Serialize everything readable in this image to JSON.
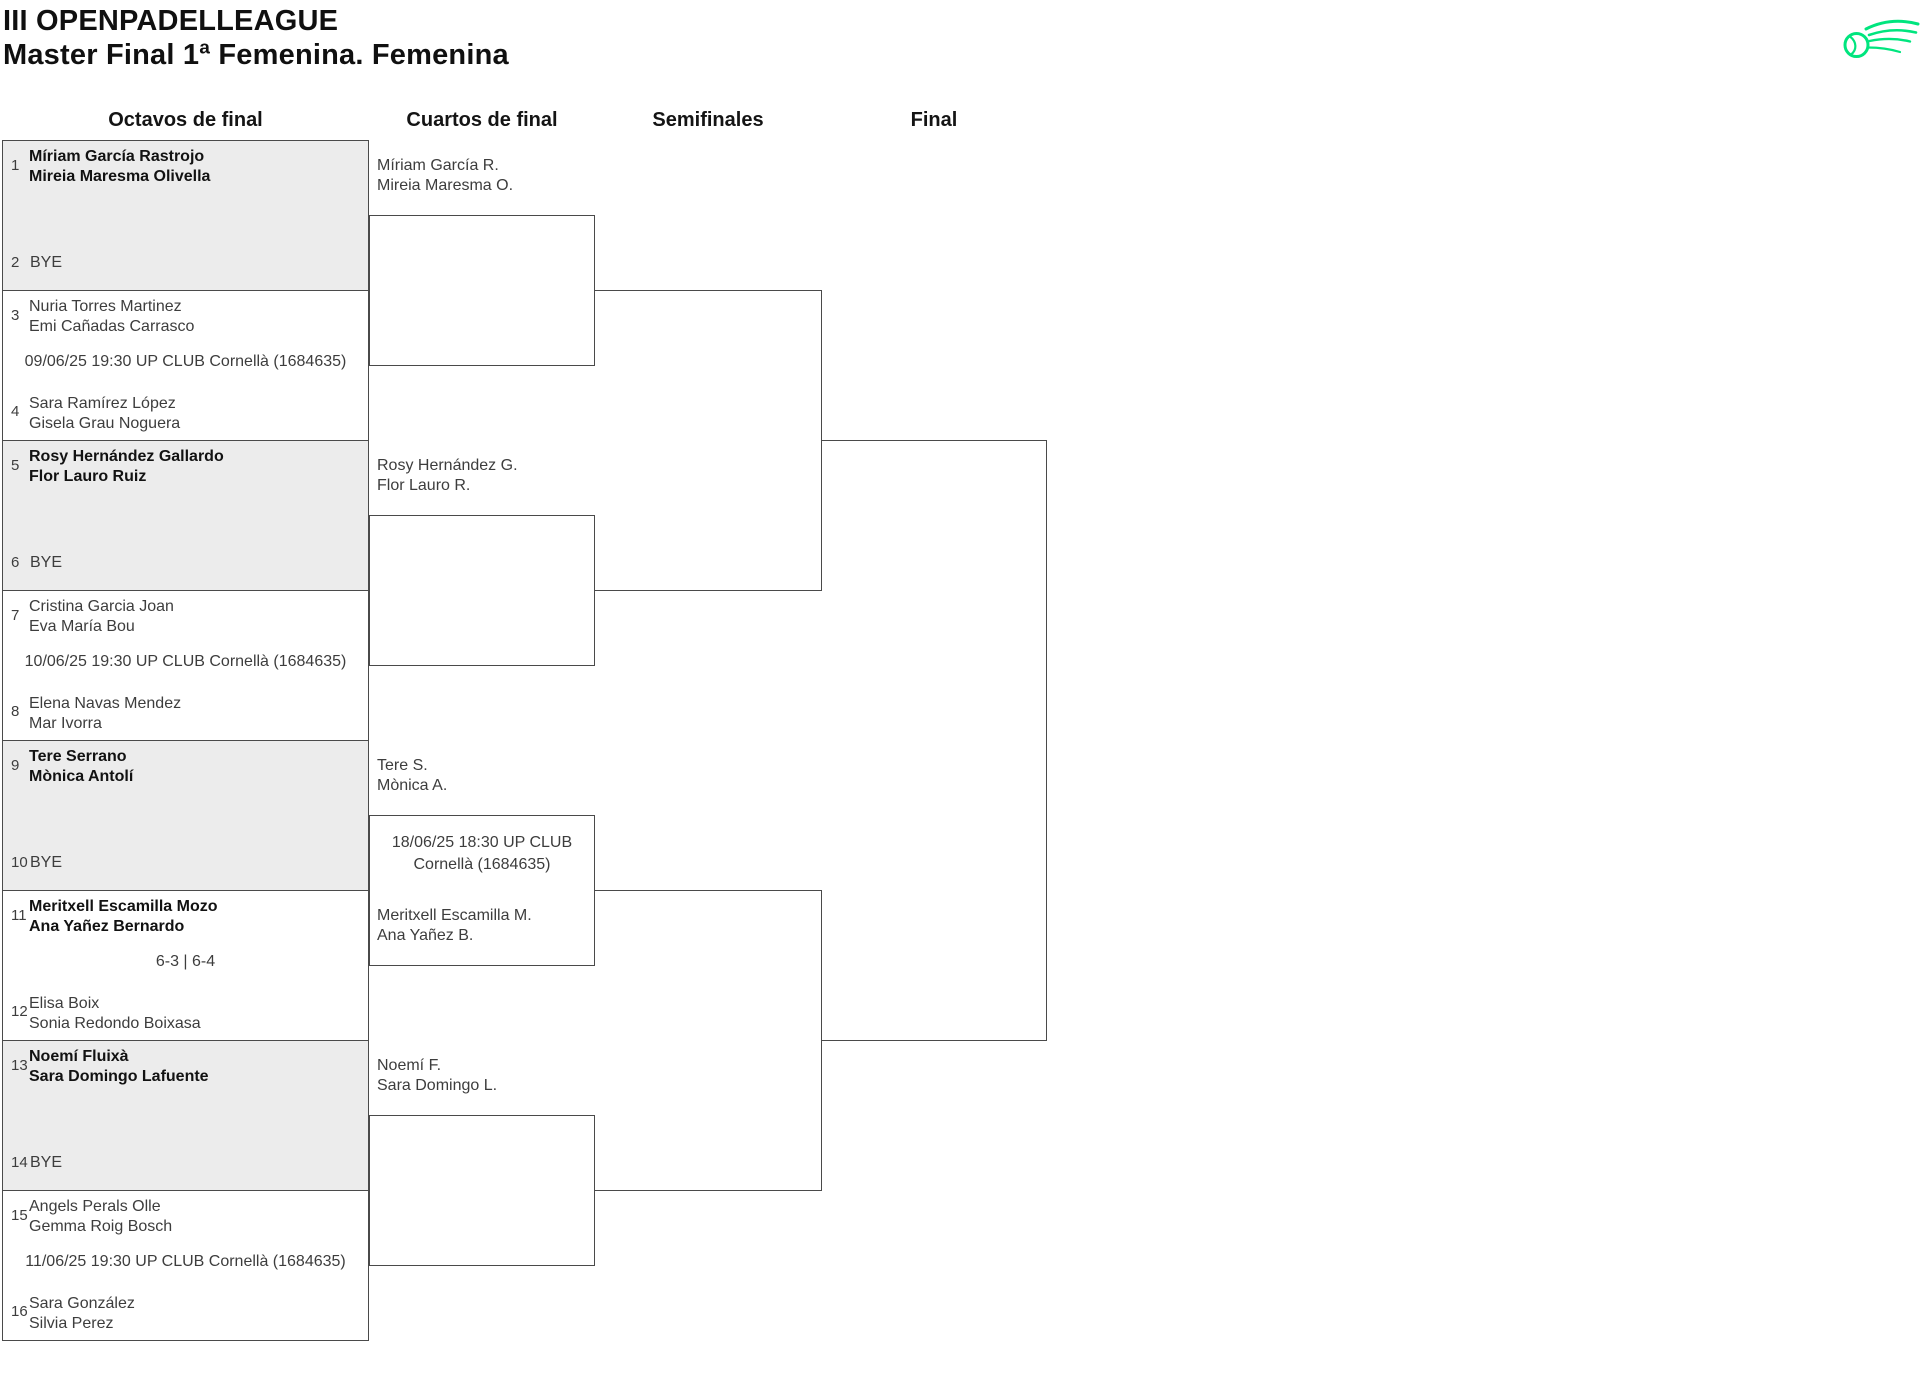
{
  "header": {
    "title": "III OPENPADELLEAGUE",
    "subtitle": "Master Final 1ª Femenina. Femenina"
  },
  "rounds": [
    "Octavos de final",
    "Cuartos de final",
    "Semifinales",
    "Final"
  ],
  "octavos": [
    {
      "seed_top": "1",
      "team_top": [
        "Míriam García Rastrojo",
        "Mireia Maresma Olivella"
      ],
      "seed_bottom": "2",
      "bottom_bye": "BYE"
    },
    {
      "seed_top": "3",
      "team_top": [
        "Nuria Torres Martinez",
        "Emi Cañadas Carrasco"
      ],
      "schedule": "09/06/25 19:30 UP CLUB Cornellà (1684635)",
      "seed_bottom": "4",
      "team_bottom": [
        "Sara Ramírez López",
        "Gisela Grau Noguera"
      ]
    },
    {
      "seed_top": "5",
      "team_top": [
        "Rosy Hernández Gallardo",
        "Flor Lauro Ruiz"
      ],
      "seed_bottom": "6",
      "bottom_bye": "BYE"
    },
    {
      "seed_top": "7",
      "team_top": [
        "Cristina Garcia Joan",
        "Eva María Bou"
      ],
      "schedule": "10/06/25 19:30 UP CLUB Cornellà (1684635)",
      "seed_bottom": "8",
      "team_bottom": [
        "Elena Navas Mendez",
        "Mar Ivorra"
      ]
    },
    {
      "seed_top": "9",
      "team_top": [
        "Tere Serrano",
        "Mònica Antolí"
      ],
      "seed_bottom": "10",
      "bottom_bye": "BYE"
    },
    {
      "seed_top": "11",
      "team_top": [
        "Meritxell Escamilla Mozo",
        "Ana Yañez Bernardo"
      ],
      "score": "6-3 | 6-4",
      "seed_bottom": "12",
      "team_bottom": [
        "Elisa Boix",
        "Sonia Redondo Boixasa"
      ]
    },
    {
      "seed_top": "13",
      "team_top": [
        "Noemí Fluixà",
        "Sara Domingo Lafuente"
      ],
      "seed_bottom": "14",
      "bottom_bye": "BYE"
    },
    {
      "seed_top": "15",
      "team_top": [
        "Angels Perals Olle",
        "Gemma Roig Bosch"
      ],
      "schedule": "11/06/25 19:30 UP CLUB Cornellà (1684635)",
      "seed_bottom": "16",
      "team_bottom": [
        "Sara González",
        "Silvia Perez"
      ]
    }
  ],
  "cuartos": [
    {
      "team_top": [
        "Míriam García R.",
        "Mireia Maresma O."
      ]
    },
    {
      "team_top": [
        "Rosy Hernández G.",
        "Flor Lauro R."
      ]
    },
    {
      "team_top": [
        "Tere S.",
        "Mònica A."
      ],
      "schedule": [
        "18/06/25 18:30 UP CLUB",
        "Cornellà (1684635)"
      ],
      "team_bottom": [
        "Meritxell Escamilla M.",
        "Ana Yañez B."
      ]
    },
    {
      "team_top": [
        "Noemí F.",
        "Sara Domingo L."
      ]
    }
  ],
  "logo": {
    "icon": "padel-ball-swoosh-icon",
    "color": "#00e57e"
  },
  "colors": {
    "shaded_box": "#ececec",
    "border_line": "#4a4a4a"
  }
}
